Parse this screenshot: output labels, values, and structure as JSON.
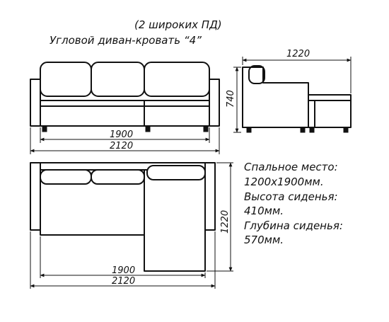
{
  "title": {
    "line1": "(2 широких ПД)",
    "line2": "Угловой диван-кровать “4”"
  },
  "front_view": {
    "inner_width_label": "1900",
    "outer_width_label": "2120"
  },
  "side_view": {
    "width_label": "1220",
    "height_label": "740"
  },
  "top_view": {
    "inner_width_label": "1900",
    "outer_width_label": "2120",
    "depth_label": "1220"
  },
  "specs": [
    {
      "label": "Спальное место:",
      "value": "1200x1900мм."
    },
    {
      "label": "Высота сиденья:",
      "value": "410мм."
    },
    {
      "label": "Глубина сиденья:",
      "value": "570мм."
    }
  ]
}
